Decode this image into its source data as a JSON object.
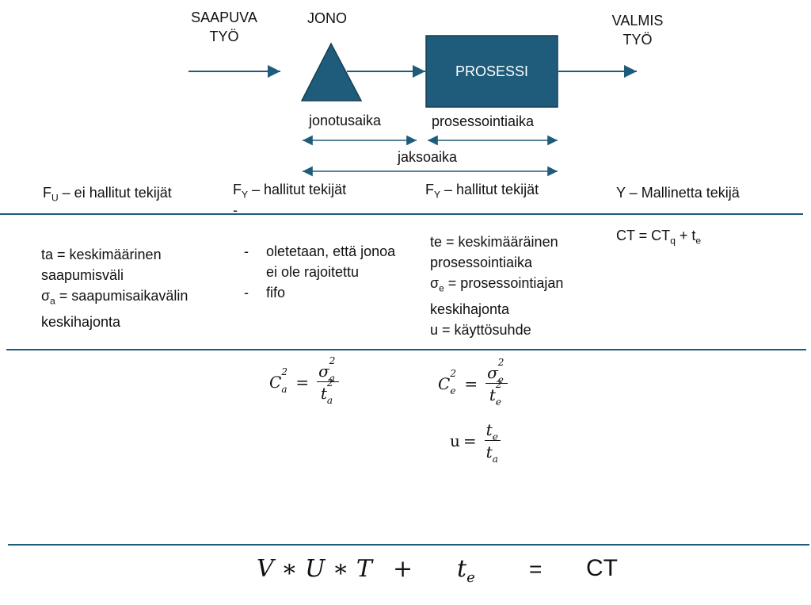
{
  "header": {
    "arrival_label": "SAAPUVA\nTYÖ",
    "queue_label": "JONO",
    "process_label": "PROSESSI",
    "done_label": "VALMIS\nTYÖ",
    "queue_time": "jonotusaika",
    "process_time": "prosessointiaika",
    "cycle_time": "jaksoaika"
  },
  "columns": {
    "col1_title": "F",
    "col1_sub": "U",
    "col1_rest": " – ei hallitut tekijät",
    "col2_title": "F",
    "col2_sub": "Y",
    "col2_rest": " – hallitut tekijät",
    "col2_dash": "-",
    "col3_title": "F",
    "col3_sub": "Y",
    "col3_rest": " – hallitut tekijät",
    "col4_title": "Y – Mallinetta tekijä"
  },
  "details": {
    "col1_line1": "ta = keskimäärinen saapumisväli",
    "col1_sigma": "σ",
    "col1_sigma_sub": "a",
    "col1_line2": " = saapumisaikavälin keskihajonta",
    "col2_items": [
      "oletetaan, että jonoa ei ole rajoitettu",
      "fifo"
    ],
    "col3_line1": "te = keskimääräinen prosessointiaika",
    "col3_sigma": "σ",
    "col3_sigma_sub": "e",
    "col3_line2": " = prosessointiajan keskihajonta",
    "col3_line3": "u = käyttösuhde",
    "col4_ct": "CT = CT",
    "col4_ct_sub": "q",
    "col4_plus": " + t",
    "col4_te_sub": "e"
  },
  "formulas": {
    "ca_lhs": "C",
    "ca_lhs_sup": "2",
    "ca_lhs_sub": "a",
    "ca_num": "σ",
    "ca_num_sup": "2",
    "ca_num_sub": "a",
    "ca_den": "t",
    "ca_den_sup": "2",
    "ca_den_sub": "a",
    "ce_lhs": "C",
    "ce_lhs_sup": "2",
    "ce_lhs_sub": "e",
    "ce_num": "σ",
    "ce_num_sup": "2",
    "ce_num_sub": "e",
    "ce_den": "t",
    "ce_den_sup": "2",
    "ce_den_sub": "e",
    "u_lhs": "u",
    "u_num": "t",
    "u_num_sub": "e",
    "u_den": "t",
    "u_den_sub": "a",
    "equals": "="
  },
  "bottom": {
    "vut": "V ∗ U ∗ T",
    "plus": "+",
    "te": "t",
    "te_sub": "e",
    "eq": "=",
    "ct": "CT"
  },
  "colors": {
    "primary": "#1f5b7a",
    "process_fill": "#1f5b7a",
    "line": "#1f5b7a"
  }
}
